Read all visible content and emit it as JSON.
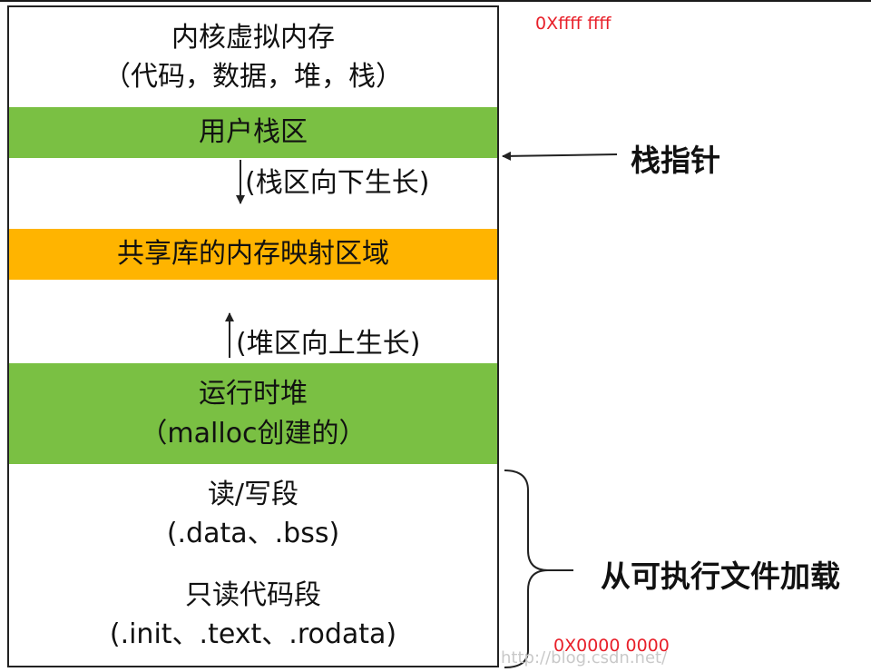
{
  "segments": {
    "kernel": {
      "line1": "内核虚拟内存",
      "line2": "（代码，数据，堆，栈）"
    },
    "user_stack": {
      "label": "用户栈区"
    },
    "stack_growth": {
      "label": "(栈区向下生长)"
    },
    "shared_lib": {
      "label": "共享库的内存映射区域"
    },
    "heap_growth": {
      "label": "(堆区向上生长)"
    },
    "heap": {
      "line1": "运行时堆",
      "line2": "（malloc创建的）"
    },
    "rw": {
      "line1": "读/写段",
      "line2": "(.data、.bss)"
    },
    "ro": {
      "line1": "只读代码段",
      "line2": "(.init、.text、.rodata)"
    }
  },
  "addresses": {
    "top": "0Xffff ffff",
    "bottom": "0X0000 0000"
  },
  "annotations": {
    "stack_pointer": "栈指针",
    "from_exec": "从可执行文件加载"
  },
  "watermark": "http://blog.csdn.net/",
  "colors": {
    "green": "#7ac043",
    "orange": "#ffb400",
    "red": "#e8202a"
  }
}
